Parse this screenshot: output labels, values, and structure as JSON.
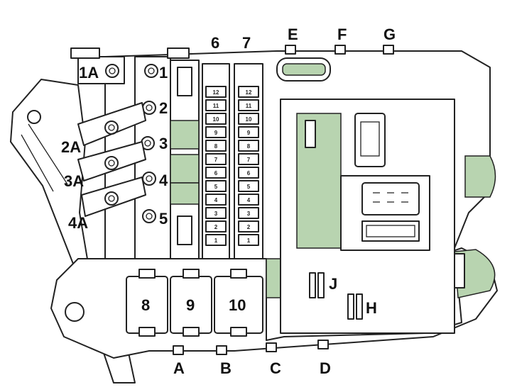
{
  "diagram": {
    "colors": {
      "highlight": "#b8d4b0",
      "line": "#222222",
      "background": "#ffffff"
    },
    "fuse_labels_left": [
      "1A",
      "2A",
      "3A",
      "4A"
    ],
    "fuse_labels_numbered": [
      "1",
      "2",
      "3",
      "4",
      "5"
    ],
    "column_labels": [
      "6",
      "7"
    ],
    "top_labels": [
      "E",
      "F",
      "G"
    ],
    "relay_labels": [
      "8",
      "9",
      "10"
    ],
    "bottom_labels": [
      "A",
      "B",
      "C",
      "D"
    ],
    "inner_labels": [
      "J",
      "H"
    ],
    "mini_fuse_numbers": [
      "12",
      "11",
      "10",
      "9",
      "8",
      "7",
      "6",
      "5",
      "4",
      "3",
      "2",
      "1"
    ]
  }
}
